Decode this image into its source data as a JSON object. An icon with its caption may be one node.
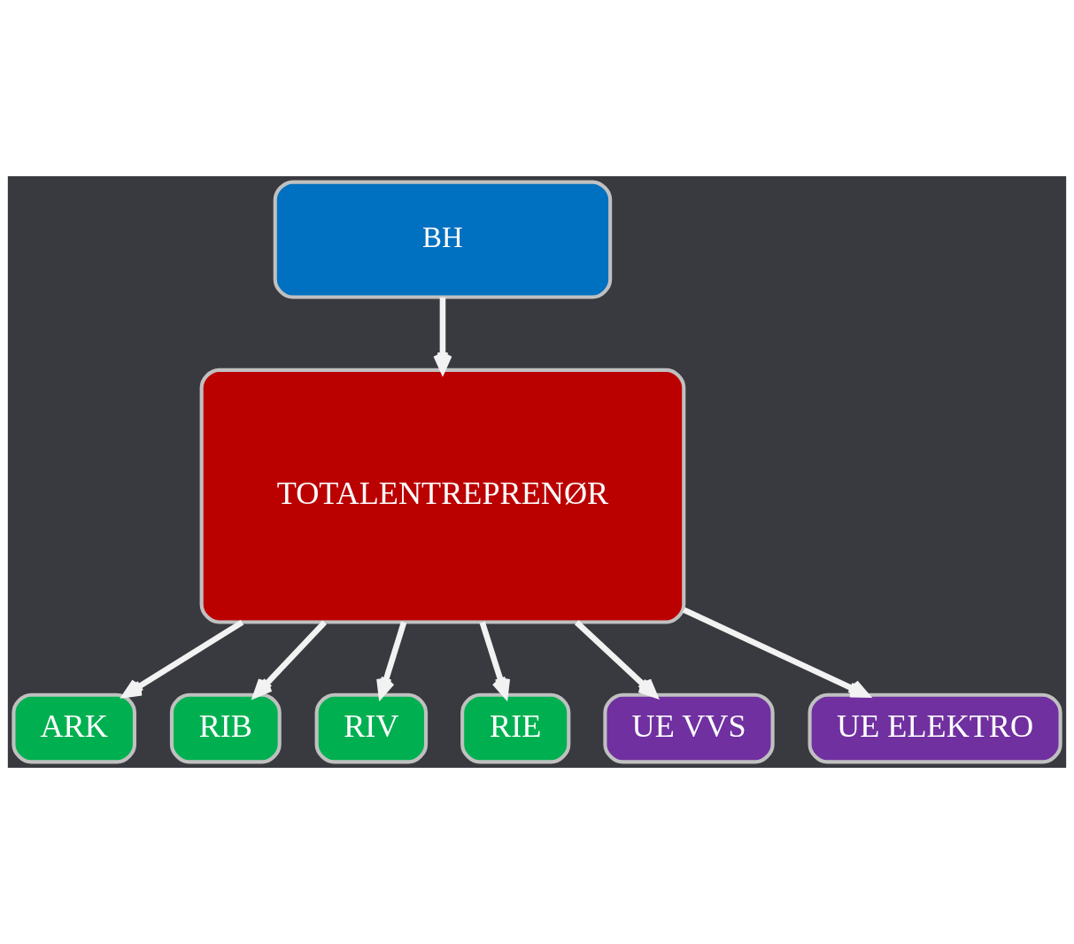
{
  "diagram": {
    "nodes": [
      {
        "text": [
          "BH"
        ]
      },
      {
        "text": [
          "TOTALENTREPRENØR"
        ]
      },
      {
        "text": [
          "ARK"
        ]
      },
      {
        "text": [
          "RIB"
        ]
      },
      {
        "text": [
          "RIV"
        ]
      },
      {
        "text": [
          "RIE"
        ]
      },
      {
        "text": [
          "UE VVS"
        ]
      },
      {
        "text": [
          "UE ELEKTRO"
        ]
      }
    ],
    "edges": [
      {
        "from": 0,
        "to": 1,
        "arrow": "to"
      },
      {
        "from": 1,
        "to": 2,
        "arrow": "to"
      },
      {
        "from": 1,
        "to": 3,
        "arrow": "to"
      },
      {
        "from": 1,
        "to": 4,
        "arrow": "to"
      },
      {
        "from": 1,
        "to": 5,
        "arrow": "to"
      },
      {
        "from": 1,
        "to": 6,
        "arrow": "to"
      },
      {
        "from": 1,
        "to": 7,
        "arrow": "to"
      }
    ]
  }
}
